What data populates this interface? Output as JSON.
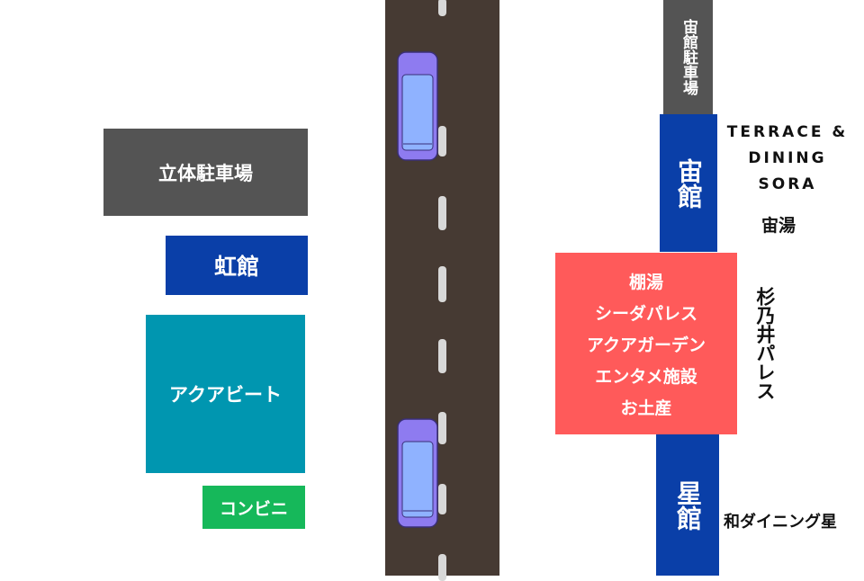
{
  "map": {
    "left_buildings": {
      "parking": "立体駐車場",
      "niji_kan": "虹館",
      "aqua_beat": "アクアビート",
      "convenience": "コンビニ"
    },
    "right_buildings": {
      "sora_parking": "宙館駐車場",
      "sora_kan": "宙館",
      "hoshi_kan": "星館",
      "center_block": [
        "棚湯",
        "シーダパレス",
        "アクアガーデン",
        "エンタメ施設",
        "お土産"
      ]
    },
    "labels": {
      "terrace": [
        "TERRACE &",
        "DINING",
        "SORA"
      ],
      "sora_yu": "宙湯",
      "sugi_no_i": "杉乃井パレス",
      "wa_dining": "和ダイニング星"
    },
    "colors": {
      "parking_gray": "#545454",
      "navy": "#0a3fa8",
      "teal": "#0096b0",
      "green": "#16b85a",
      "red": "#ff5a5a",
      "road": "#463a33",
      "car": "#8e7bf0"
    }
  }
}
